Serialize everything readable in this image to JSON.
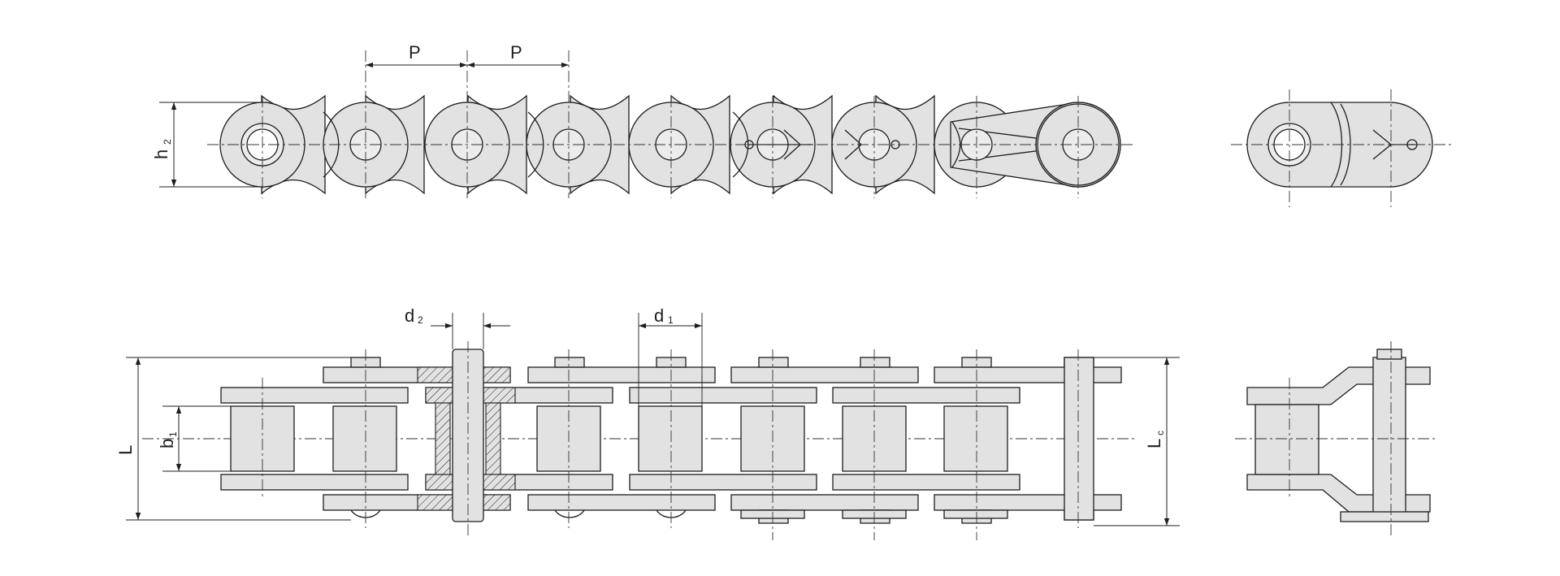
{
  "labels": {
    "pitch_1": "P",
    "pitch_2": "P",
    "plate_height": "h",
    "plate_height_sub": "2",
    "pin_diameter": "d",
    "pin_diameter_sub": "2",
    "roller_diameter": "d",
    "roller_diameter_sub": "1",
    "overall_width": "L",
    "inner_width": "b",
    "inner_width_sub": "1",
    "connector_width": "L",
    "connector_width_sub": "c"
  },
  "colors": {
    "part_fill": "#e2e2e2",
    "outline": "#1e1e1e",
    "background": "#ffffff"
  }
}
